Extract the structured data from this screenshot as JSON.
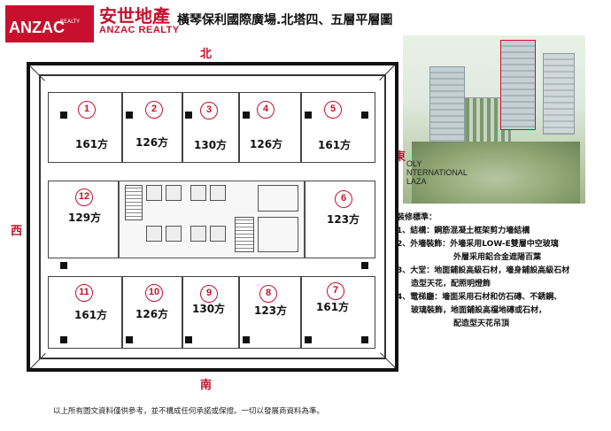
{
  "header": {
    "logo_anzac": "ANZAC",
    "logo_realty_small": "REALTY",
    "logo_sub_cn": "安世地產",
    "logo_cn": "安世地產",
    "logo_en": "ANZAC REALTY",
    "title": "橫琴保利國際廣場.北塔四、五層平層圖"
  },
  "compass": {
    "north": "北",
    "south": "南",
    "east": "東",
    "west": "西"
  },
  "photo": {
    "sign_lines": [
      "OLY",
      "NTERNATIONAL",
      "LAZA"
    ]
  },
  "units": [
    {
      "num": "1",
      "area": "161方"
    },
    {
      "num": "2",
      "area": "126方"
    },
    {
      "num": "3",
      "area": "130方"
    },
    {
      "num": "4",
      "area": "126方"
    },
    {
      "num": "5",
      "area": "161方"
    },
    {
      "num": "6",
      "area": "123方"
    },
    {
      "num": "7",
      "area": "161方"
    },
    {
      "num": "8",
      "area": "123方"
    },
    {
      "num": "9",
      "area": "130方"
    },
    {
      "num": "10",
      "area": "126方"
    },
    {
      "num": "11",
      "area": "161方"
    },
    {
      "num": "12",
      "area": "129方"
    }
  ],
  "spec": {
    "title": "裝修標準：",
    "lines": [
      "1、結構：鋼筋混凝土框架剪力墻結構",
      "2、外墻裝飾：外墻采用LOW-E雙層中空玻璃",
      "外層采用鋁合金遮陽百葉",
      "3、大堂：地面鋪設高級石材，墻身鋪設高級石材",
      "造型天花，配照明燈飾",
      "4、電梯廳：墻面采用石材和仿石磚、不銹鋼、",
      "玻璃裝飾，地面鋪設高檔地磚或石材，",
      "配造型天花吊頂"
    ]
  },
  "disclaimer": "以上所有圖文資料僅供參考，並不構成任何承諾或保證。一切以發展商資料為準。"
}
